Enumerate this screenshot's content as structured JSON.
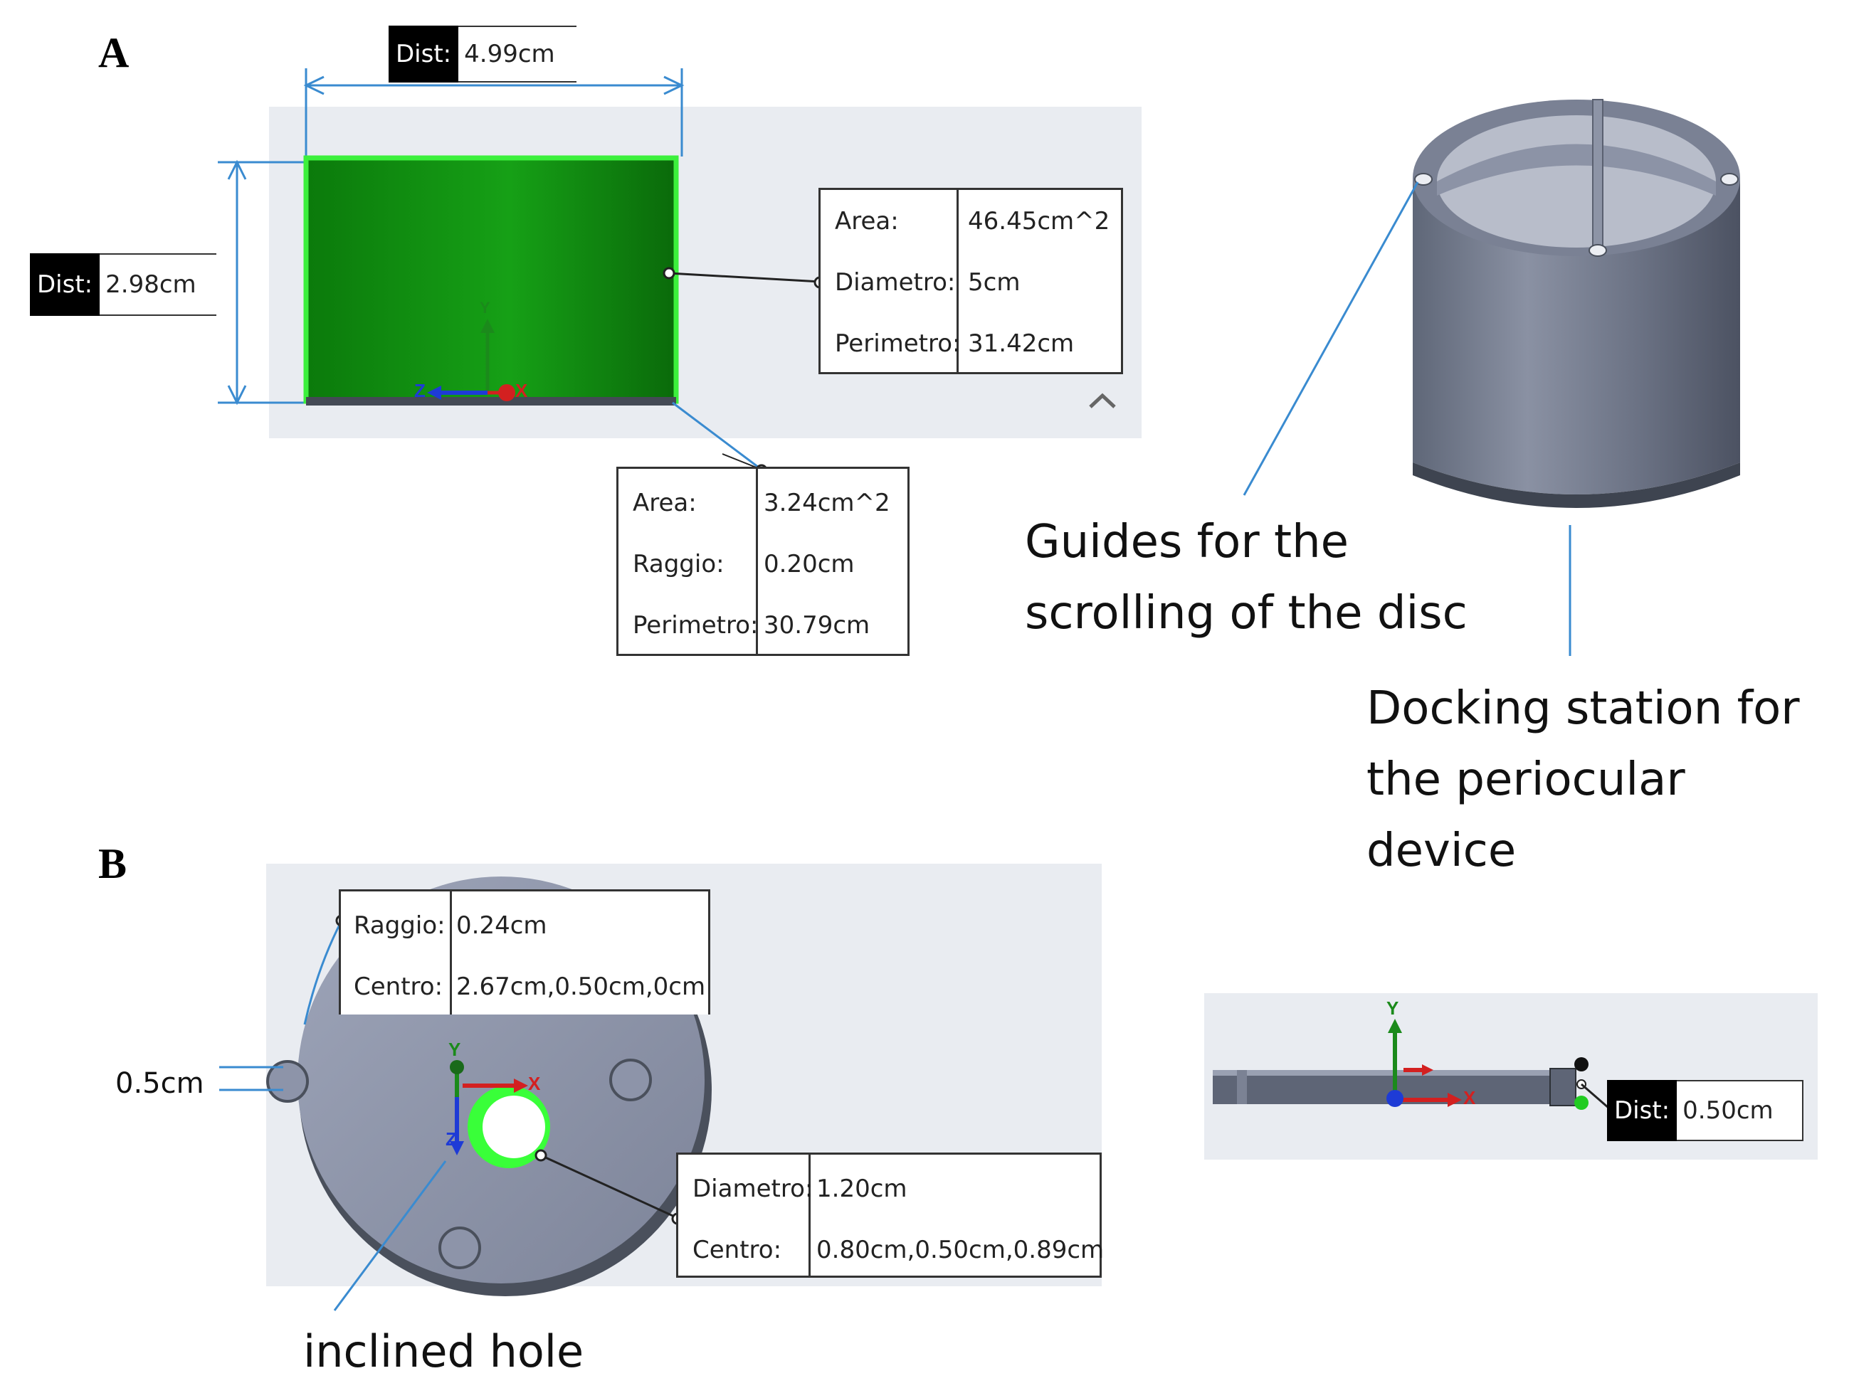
{
  "panels": {
    "a": "A",
    "b": "B"
  },
  "panel_a": {
    "dist_width": {
      "key": "Dist:",
      "value": "4.99cm"
    },
    "dist_height": {
      "key": "Dist:",
      "value": "2.98cm"
    },
    "face_measure": {
      "rows": [
        {
          "key": "Area:",
          "value": "46.45cm^2"
        },
        {
          "key": "Diametro:",
          "value": "5cm"
        },
        {
          "key": "Perimetro:",
          "value": "31.42cm"
        }
      ]
    },
    "edge_measure": {
      "rows": [
        {
          "key": "Area:",
          "value": "3.24cm^2"
        },
        {
          "key": "Raggio:",
          "value": "0.20cm"
        },
        {
          "key": "Perimetro:",
          "value": "30.79cm"
        }
      ]
    },
    "axes": {
      "y": "Y",
      "z": "Z",
      "x": "X"
    },
    "caption_guides": [
      "Guides for the",
      "scrolling of the disc"
    ],
    "caption_docking": [
      "Docking station for",
      "the periocular device"
    ]
  },
  "panel_b": {
    "notch_measure": {
      "rows": [
        {
          "key": "Raggio:",
          "value": "0.24cm"
        },
        {
          "key": "Centro:",
          "value": "2.67cm,0.50cm,0cm"
        }
      ]
    },
    "hole_measure": {
      "rows": [
        {
          "key": "Diametro:",
          "value": "1.20cm"
        },
        {
          "key": "Centro:",
          "value": "0.80cm,0.50cm,0.89cm"
        }
      ]
    },
    "thickness_label": "0.5cm",
    "caption_hole": "inclined hole",
    "side_dist": {
      "key": "Dist:",
      "value": "0.50cm"
    },
    "axes": {
      "y": "Y",
      "z": "Z",
      "x": "X"
    }
  },
  "colors": {
    "green": "#1f9a1f",
    "metal": "#6d7384",
    "viewport": "#e9ecf1",
    "leader": "#4a8fcf"
  }
}
